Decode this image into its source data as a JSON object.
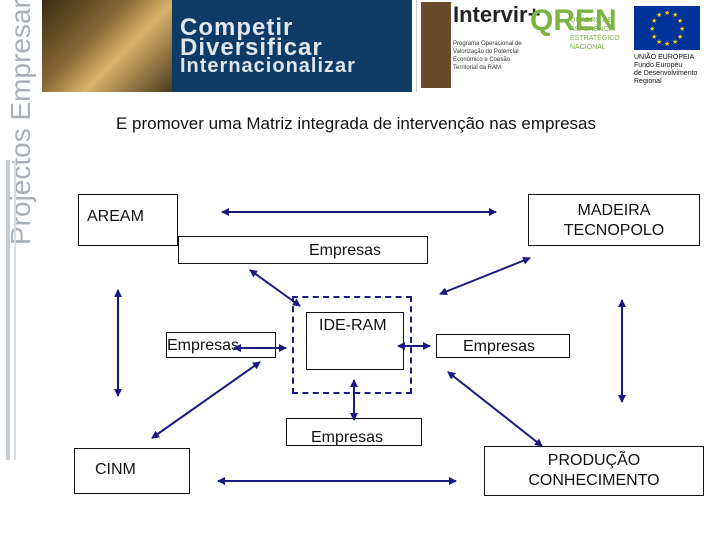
{
  "banner": {
    "slogan": [
      "Competir",
      "Diversificar",
      "Internacionalizar"
    ],
    "intervir_title": "Intervir+",
    "intervir_subtitle": "Programa Operacional de Valorização do Potencial Económico e Coesão Territorial da RAM",
    "qren_letters": "QREN",
    "qren_text": "QUADRO DE REFERÊNCIA ESTRATÉGICO NACIONAL",
    "eu_text": [
      "UNIÃO EUROPEIA",
      "Fundo Europeu",
      "de Desenvolvimento",
      "Regional"
    ]
  },
  "sidebar": {
    "title": "Projectos Empresariais"
  },
  "heading": "E promover uma Matriz integrada de intervenção nas empresas",
  "diagram": {
    "aream": "AREAM",
    "madeira": [
      "MADEIRA",
      "TECNOPOLO"
    ],
    "empresas_top": "Empresas",
    "ide_ram": "IDE-RAM",
    "empresas_left": "Empresas",
    "empresas_right": "Empresas",
    "empresas_bottom": "Empresas",
    "cinm": "CINM",
    "producao": [
      "PRODUÇÃO",
      "CONHECIMENTO"
    ]
  },
  "colors": {
    "arrow": "#1a1a80",
    "banner": "#0e3b66",
    "eu_blue": "#003399"
  }
}
